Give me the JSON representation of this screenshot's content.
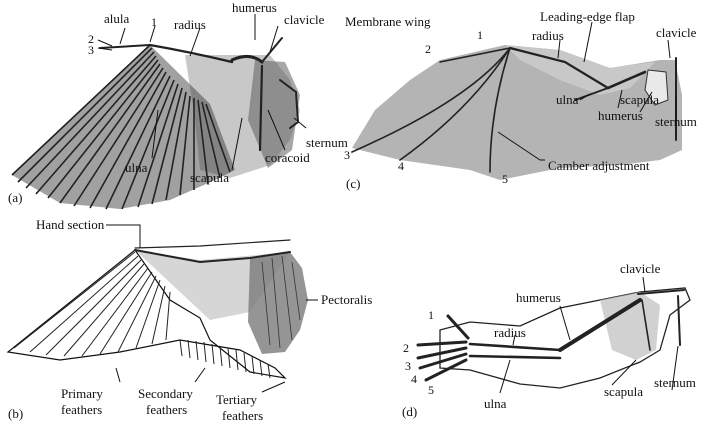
{
  "panel_a": {
    "letter": "(a)",
    "labels": {
      "alula": "alula",
      "num1": "1",
      "radius": "radius",
      "humerus": "humerus",
      "clavicle": "clavicle",
      "num2": "2",
      "num3": "3",
      "sternum": "sternum",
      "coracoid": "coracoid",
      "ulna": "ulna",
      "scapula": "scapula"
    }
  },
  "panel_b": {
    "letter": "(b)",
    "labels": {
      "hand_section": "Hand section",
      "pectoralis": "Pectoralis",
      "primary_1": "Primary",
      "primary_2": "feathers",
      "secondary_1": "Secondary",
      "secondary_2": "feathers",
      "tertiary_1": "Tertiary",
      "tertiary_2": "feathers"
    }
  },
  "panel_c": {
    "letter": "(c)",
    "labels": {
      "membrane_wing": "Membrane wing",
      "leading_edge_flap": "Leading-edge flap",
      "num1": "1",
      "radius": "radius",
      "clavicle": "clavicle",
      "num2": "2",
      "ulna": "ulna",
      "scapula": "scapula",
      "humerus": "humerus",
      "sternum": "sternum",
      "num3": "3",
      "num4": "4",
      "num5": "5",
      "camber_adjustment": "Camber adjustment"
    }
  },
  "panel_d": {
    "letter": "(d)",
    "labels": {
      "clavicle": "clavicle",
      "humerus": "humerus",
      "num1": "1",
      "radius": "radius",
      "num2": "2",
      "num3": "3",
      "num4": "4",
      "num5": "5",
      "scapula": "scapula",
      "sternum": "sternum",
      "ulna": "ulna"
    }
  },
  "colors": {
    "ink": "#111111",
    "membrane": "#b8b8b8",
    "stipple": "#6a6a6a",
    "paper": "#ffffff"
  }
}
